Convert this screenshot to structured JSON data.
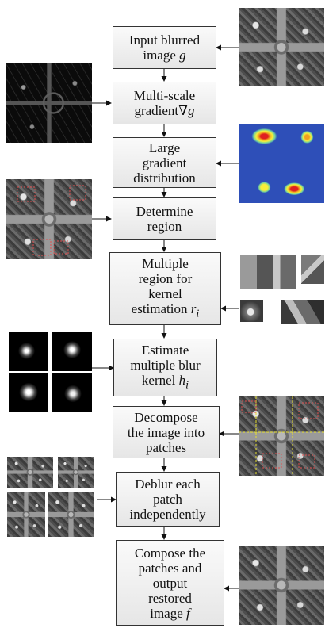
{
  "steps": [
    {
      "text": "Input blurred\nimage ",
      "var": "g"
    },
    {
      "text": "Multi-scale\ngradient∇",
      "var": "g"
    },
    {
      "text": "Large\ngradient\ndistribution",
      "var": ""
    },
    {
      "text": "Determine\nregion",
      "var": ""
    },
    {
      "text": "Multiple\nregion for\nkernel\nestimation ",
      "var": "r",
      "sub": "i"
    },
    {
      "text": "Estimate\nmultiple blur\nkernel ",
      "var": "h",
      "sub": "i"
    },
    {
      "text": "Decompose\nthe image into\npatches",
      "var": ""
    },
    {
      "text": "Deblur each\npatch\nindependently",
      "var": ""
    },
    {
      "text": "Compose the\npatches and\noutput\nrestored\nimage ",
      "var": "f"
    }
  ],
  "colors": {
    "box_border": "#333333",
    "arrow": "#111111",
    "region_box": "#e05050",
    "patch_grid": "#e8e030"
  }
}
